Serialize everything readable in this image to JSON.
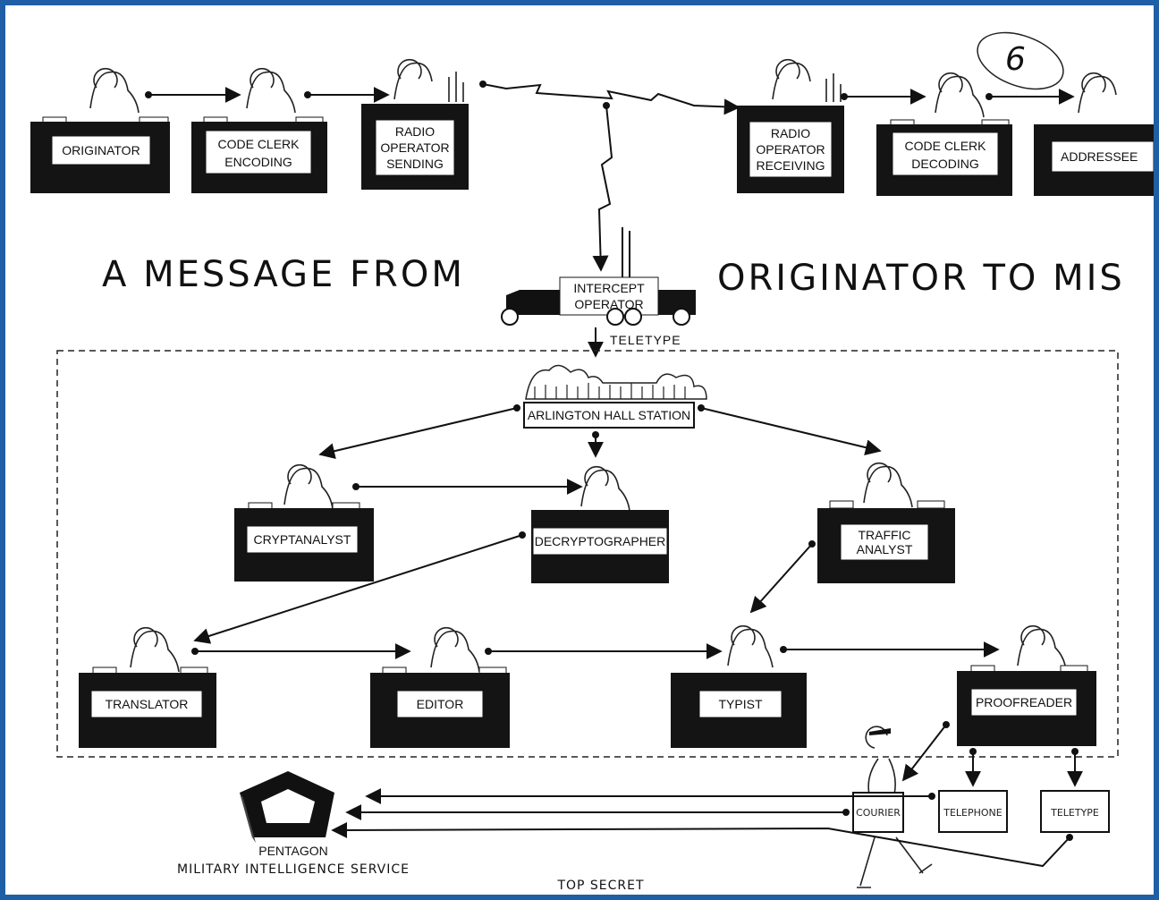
{
  "page_number": "6",
  "title_left": "A MESSAGE FROM",
  "title_right": "ORIGINATOR TO MIS",
  "top_desks": {
    "originator": "ORIGINATOR",
    "code_clerk_encoding": [
      "CODE CLERK",
      "ENCODING"
    ],
    "radio_sending": [
      "RADIO",
      "OPERATOR",
      "SENDING"
    ],
    "radio_receiving": [
      "RADIO",
      "OPERATOR",
      "RECEIVING"
    ],
    "code_clerk_decoding": [
      "CODE CLERK",
      "DECODING"
    ],
    "addressee": "ADDRESSEE"
  },
  "intercept": [
    "INTERCEPT",
    "OPERATOR"
  ],
  "teletype_link": "TELETYPE",
  "arlington": "ARLINGTON HALL STATION",
  "middle_desks": {
    "cryptanalyst": "CRYPTANALYST",
    "decryptographer": "DECRYPTOGRAPHER",
    "traffic_analyst": [
      "TRAFFIC",
      "ANALYST"
    ]
  },
  "bottom_desks": {
    "translator": "TRANSLATOR",
    "editor": "EDITOR",
    "typist": "TYPIST",
    "proofreader": "PROOFREADER"
  },
  "delivery": {
    "courier": "COURIER",
    "telephone": "TELEPHONE",
    "teletype": "TELETYPE"
  },
  "pentagon": "PENTAGON",
  "mis": "MILITARY INTELLIGENCE SERVICE",
  "classification": "TOP SECRET",
  "colors": {
    "border": "#1f5fa6",
    "ink": "#141414"
  }
}
